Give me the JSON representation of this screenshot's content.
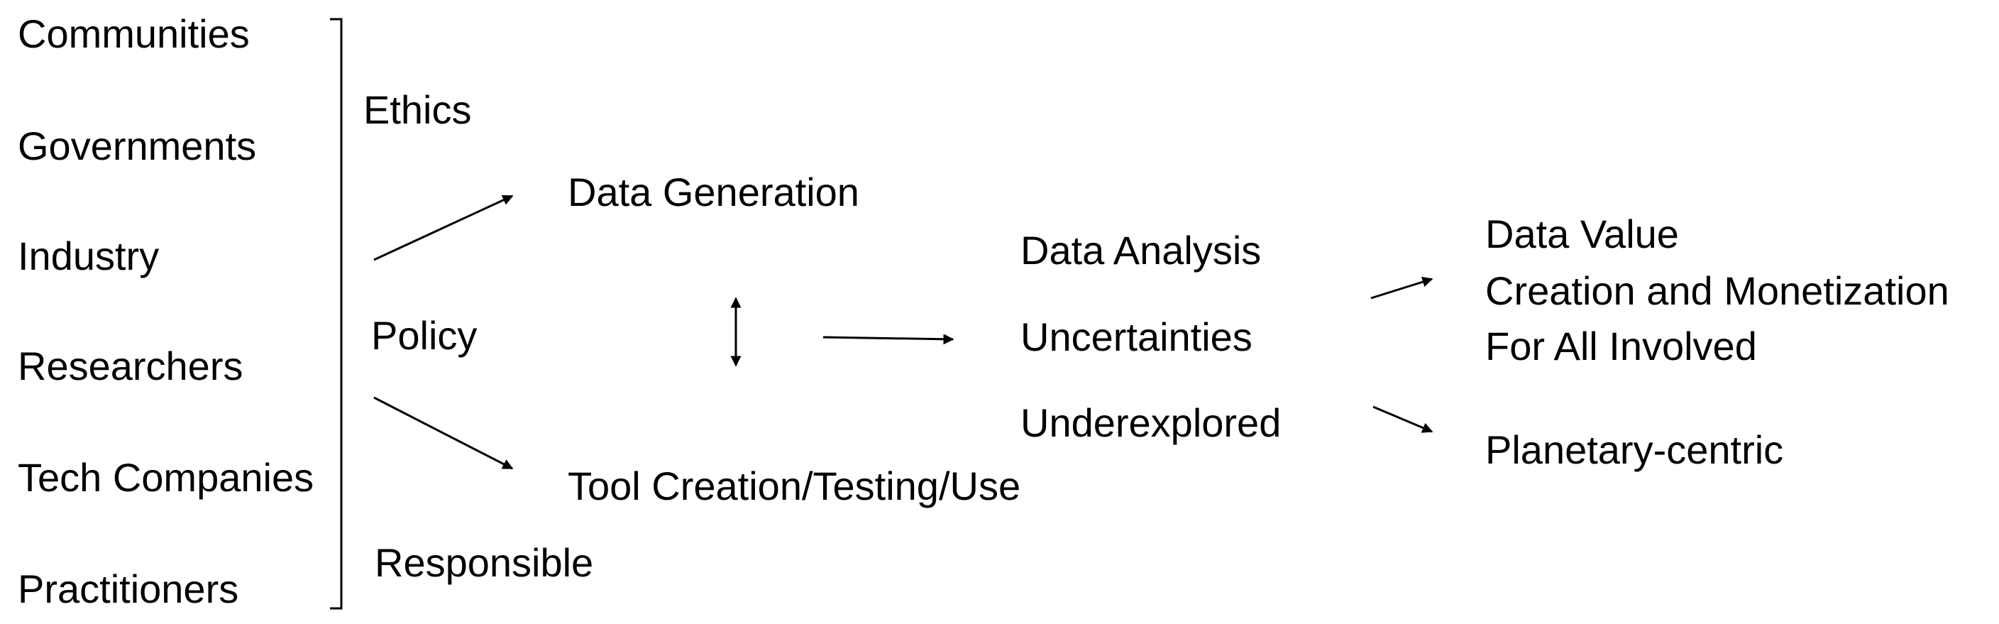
{
  "stakeholders": [
    "Communities",
    "Governments",
    "Industry",
    "Researchers",
    "Tech Companies",
    "Practitioners"
  ],
  "principles": {
    "ethics": "Ethics",
    "policy": "Policy",
    "responsible": "Responsible"
  },
  "activities": {
    "data_generation": "Data Generation",
    "tool_creation": "Tool Creation/Testing/Use"
  },
  "analysis": [
    "Data Analysis",
    "Uncertainties",
    "Underexplored"
  ],
  "outcomes": {
    "value_lines": [
      "Data Value",
      "Creation and Monetization",
      "For All Involved"
    ],
    "planetary": "Planetary-centric"
  },
  "colors": {
    "text": "#000000",
    "lines": "#000000",
    "background": "#ffffff"
  }
}
